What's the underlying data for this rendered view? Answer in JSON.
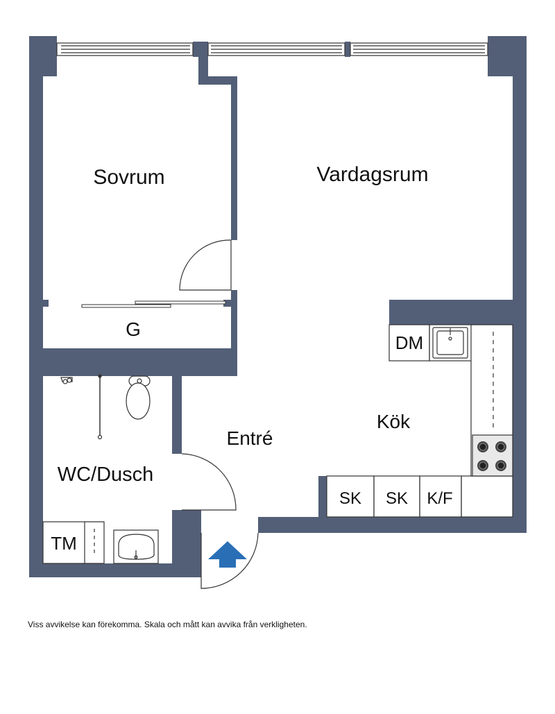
{
  "colors": {
    "wall": "#535f77",
    "arrow": "#2a6fb6",
    "fixture_stroke": "#333333"
  },
  "rooms": {
    "sovrum": "Sovrum",
    "vardagsrum": "Vardagsrum",
    "garderob": "G",
    "kok": "Kök",
    "entre": "Entré",
    "wc_dusch": "WC/Dusch"
  },
  "fixtures": {
    "diskmaskin": "DM",
    "skap_1": "SK",
    "skap_2": "SK",
    "kyl_frys": "K/F",
    "tvattmaskin": "TM"
  },
  "icons": [
    "entrance-arrow-icon",
    "stove-icon",
    "kitchen-sink-icon",
    "toilet-icon",
    "washbasin-icon",
    "shower-icon"
  ],
  "disclaimer": "Viss avvikelse kan förekomma. Skala och mått kan avvika från verkligheten."
}
